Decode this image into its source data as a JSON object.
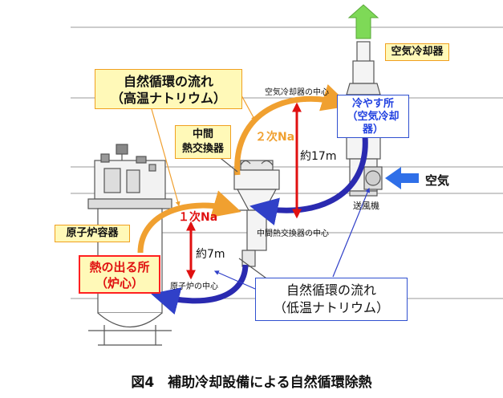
{
  "caption": "図4　補助冷却設備による自然循環除熱",
  "labels": {
    "natural_circulation_high_line1": "自然循環の流れ",
    "natural_circulation_high_line2": "（高温ナトリウム）",
    "natural_circulation_low_line1": "自然循環の流れ",
    "natural_circulation_low_line2": "（低温ナトリウム）",
    "air_cooler": "空気冷却器",
    "cooling_place_line1": "冷やす所",
    "cooling_place_line2": "（空気冷却",
    "cooling_place_line3": "器）",
    "ihx_line1": "中間",
    "ihx_line2": "熱交換器",
    "secondary_na": "２次Na",
    "primary_na": "１次Na",
    "height_17m": "約17m",
    "height_7m": "約7m",
    "air_cooler_center": "空気冷却器の中心",
    "ihx_center": "中間熱交換器の中心",
    "reactor_center": "原子炉の中心",
    "reactor_vessel": "原子炉容器",
    "heat_source_line1": "熱の出る所",
    "heat_source_line2": "（炉心）",
    "blower": "送風機",
    "air": "空気"
  },
  "colors": {
    "hot_flow": "#f0a030",
    "cold_flow": "#2a2ab0",
    "height_arrow": "#e01010",
    "exhaust_arrow": "#7ed957",
    "air_arrow": "#2f6fe8",
    "callout_fill": "#fff9b8",
    "callout_border": "#f0a020",
    "blue_callout_border": "#3050d0",
    "heat_box_fill": "#fff9b8",
    "heat_box_border": "#ff2020",
    "heat_text": "#e01010",
    "cool_text": "#2040e0"
  }
}
